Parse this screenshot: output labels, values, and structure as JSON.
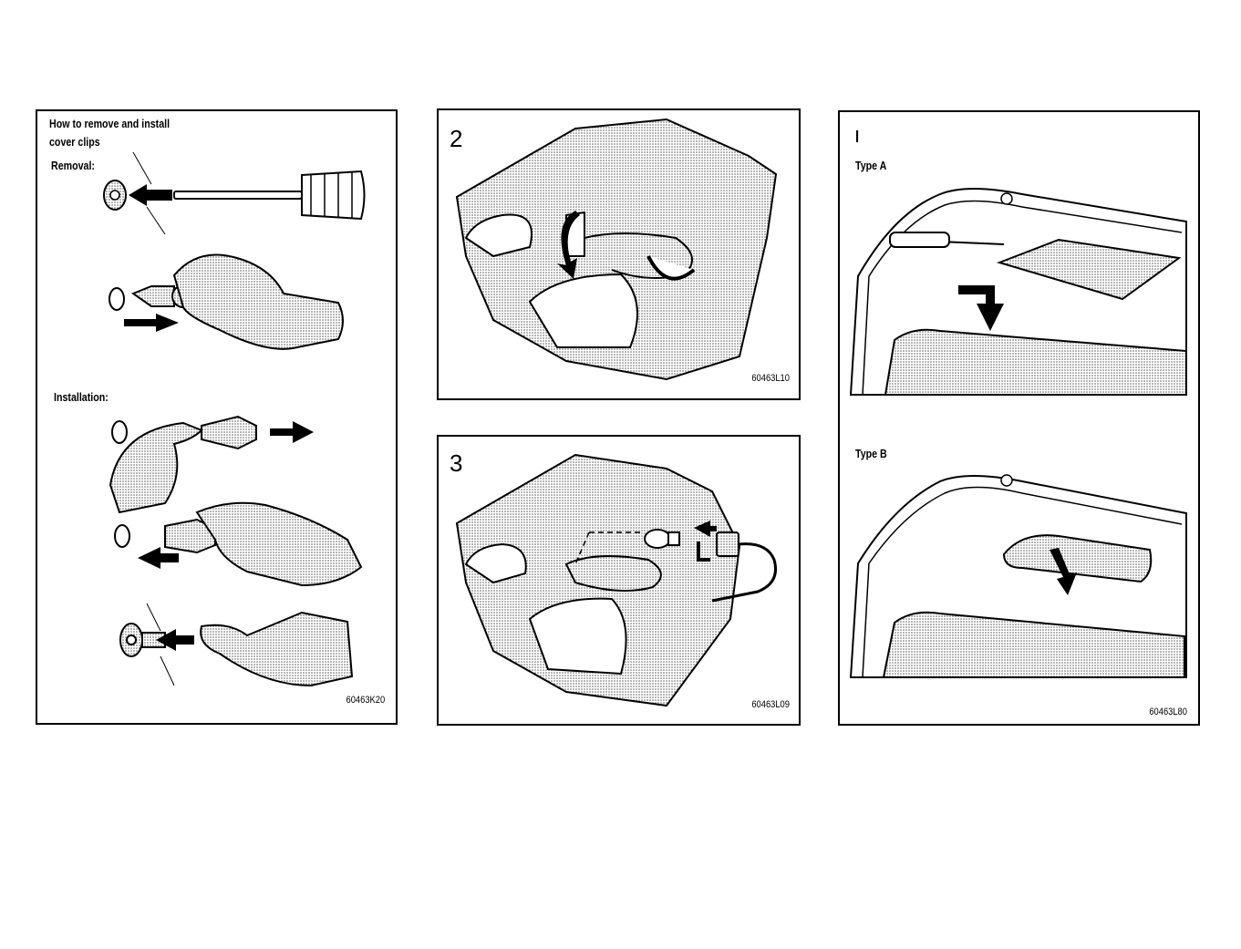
{
  "panel1": {
    "title_line1": "How to remove and install",
    "title_line2": "cover clips",
    "removal_label": "Removal:",
    "installation_label": "Installation:",
    "code": "60463K20"
  },
  "panel2": {
    "step": "2",
    "code": "60463L10"
  },
  "panel3": {
    "step": "3",
    "code": "60463L09"
  },
  "panel4": {
    "step": "I",
    "type_a": "Type A",
    "type_b": "Type B",
    "code": "60463L80"
  },
  "colors": {
    "ink": "#000000",
    "paper": "#ffffff",
    "shade": "#9a9a9a"
  }
}
